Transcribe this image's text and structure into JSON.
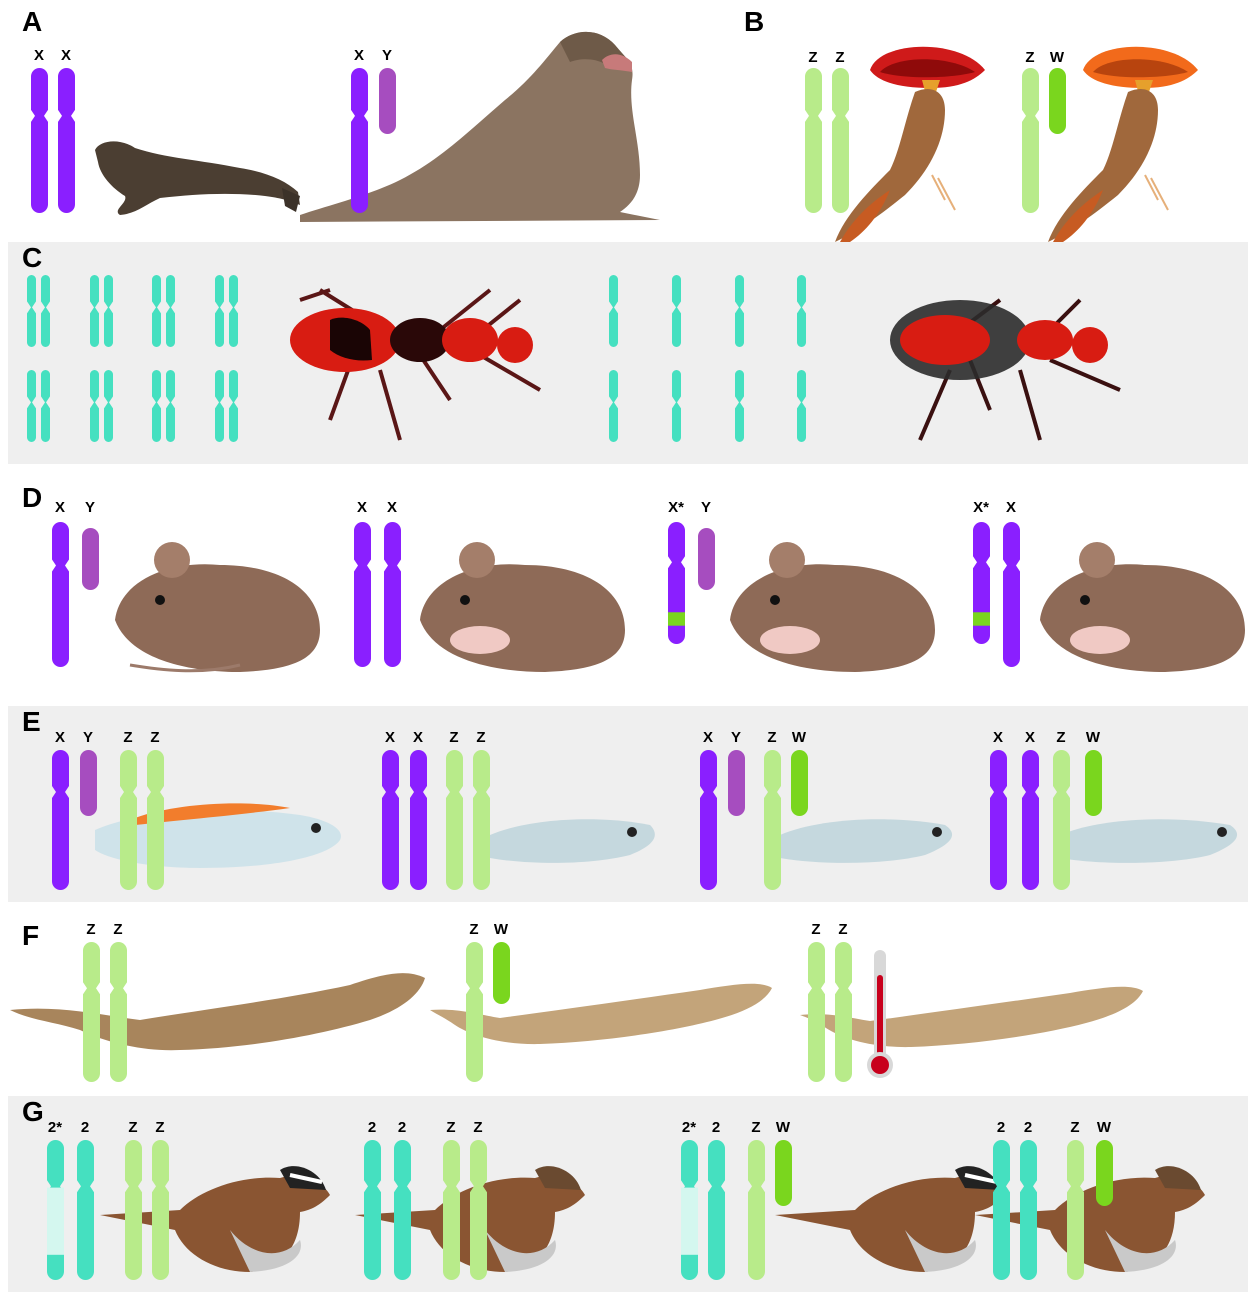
{
  "colors": {
    "x_chromosome": "#8a1fff",
    "y_chromosome": "#a64dbf",
    "z_chromosome": "#b8eb8a",
    "w_chromosome": "#7ad61e",
    "autosome": "#45e0c0",
    "autosome_pale": "#d4f7ef",
    "mutation_band": "#7ad61e",
    "panel_background": "#efefef"
  },
  "panels": {
    "a": {
      "label": "A",
      "individuals": [
        {
          "c1": "X",
          "c2": "X",
          "organism": "fur-seal-icon"
        },
        {
          "c1": "X",
          "c2": "Y",
          "organism": "elephant-seal-icon"
        }
      ]
    },
    "b": {
      "label": "B",
      "individuals": [
        {
          "c1": "Z",
          "c2": "Z",
          "organism": "flycatcher-bird-icon"
        },
        {
          "c1": "Z",
          "c2": "W",
          "organism": "flycatcher-bird-icon"
        }
      ]
    },
    "c": {
      "label": "C",
      "individuals": [
        {
          "organism": "velvet-ant-female-icon"
        },
        {
          "organism": "velvet-ant-male-icon"
        }
      ]
    },
    "d": {
      "label": "D",
      "individuals": [
        {
          "c1": "X",
          "c2": "Y",
          "organism": "mouse-icon"
        },
        {
          "c1": "X",
          "c2": "X",
          "organism": "mouse-icon"
        },
        {
          "c1": "X*",
          "c2": "Y",
          "organism": "mouse-icon"
        },
        {
          "c1": "X*",
          "c2": "X",
          "organism": "mouse-icon"
        }
      ]
    },
    "e": {
      "label": "E",
      "individuals": [
        {
          "c1": "X",
          "c2": "Y",
          "c3": "Z",
          "c4": "Z",
          "organism": "cichlid-fish-icon"
        },
        {
          "c1": "X",
          "c2": "X",
          "c3": "Z",
          "c4": "Z",
          "organism": "cichlid-fish-icon"
        },
        {
          "c1": "X",
          "c2": "Y",
          "c3": "Z",
          "c4": "W",
          "organism": "cichlid-fish-icon"
        },
        {
          "c1": "X",
          "c2": "X",
          "c3": "Z",
          "c4": "W",
          "organism": "cichlid-fish-icon"
        }
      ]
    },
    "f": {
      "label": "F",
      "individuals": [
        {
          "c1": "Z",
          "c2": "Z",
          "organism": "bearded-dragon-icon"
        },
        {
          "c1": "Z",
          "c2": "W",
          "organism": "bearded-dragon-icon"
        },
        {
          "c1": "Z",
          "c2": "Z",
          "organism": "bearded-dragon-icon",
          "extra": "thermometer-icon"
        }
      ]
    },
    "g": {
      "label": "G",
      "individuals": [
        {
          "c1": "2*",
          "c2": "2",
          "c3": "Z",
          "c4": "Z",
          "organism": "sparrow-icon"
        },
        {
          "c1": "2",
          "c2": "2",
          "c3": "Z",
          "c4": "Z",
          "organism": "sparrow-icon"
        },
        {
          "c1": "2*",
          "c2": "2",
          "c3": "Z",
          "c4": "W",
          "organism": "sparrow-icon"
        },
        {
          "c1": "2",
          "c2": "2",
          "c3": "Z",
          "c4": "W",
          "organism": "sparrow-icon"
        }
      ]
    }
  }
}
